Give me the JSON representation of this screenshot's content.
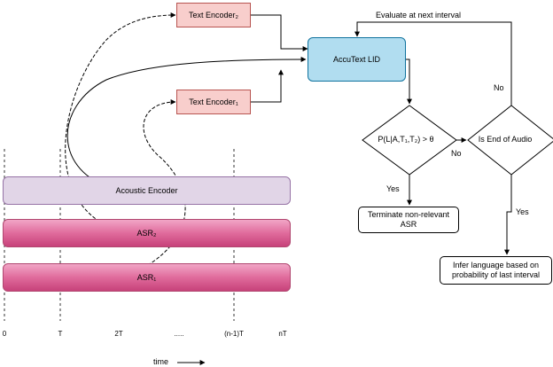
{
  "nodes": {
    "text_encoder_2": "Text Encoder₂",
    "text_encoder_1": "Text Encoder₁",
    "accustext_lid": "AccuText LID",
    "acoustic_encoder": "Acoustic Encoder",
    "asr_2": "ASR₂",
    "asr_1": "ASR₁",
    "decision_prob": "P(L|A,T₁,T₂) > θ",
    "decision_end": "Is End of Audio",
    "terminate": "Terminate non-relevant ASR",
    "infer": "Infer language based on probability of last interval"
  },
  "edge_labels": {
    "evaluate": "Evaluate at next interval",
    "no_top": "No",
    "no_mid": "No",
    "yes_left": "Yes",
    "yes_right": "Yes"
  },
  "timeline": {
    "ticks": [
      "0",
      "T",
      "2T",
      ".....",
      "(n-1)T",
      "nT"
    ],
    "axis_label": "time"
  },
  "colors": {
    "encoder_fill": "#f8cecc",
    "lid_fill": "#b1ddf0",
    "acoustic_fill": "#e1d5e7",
    "asr_fill": "#e06b9c"
  }
}
